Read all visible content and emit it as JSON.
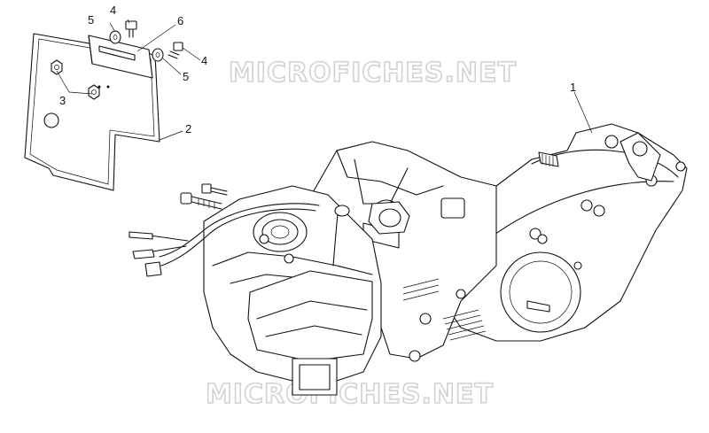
{
  "watermarks": [
    "MICROFICHES.NET",
    "MICROFICHES.NET"
  ],
  "callouts": {
    "c1": "1",
    "c2": "2",
    "c3": "3",
    "c4a": "4",
    "c4b": "4",
    "c5a": "5",
    "c5b": "5",
    "c6": "6"
  }
}
